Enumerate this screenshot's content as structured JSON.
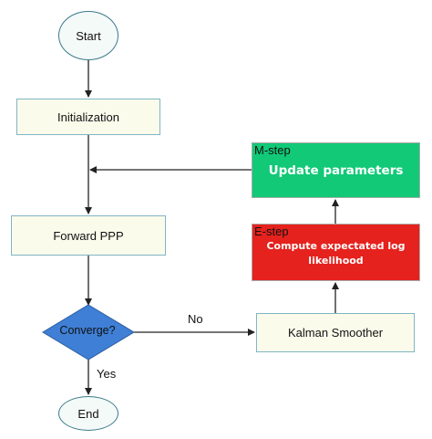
{
  "nodes": {
    "start": "Start",
    "init": "Initialization",
    "forward": "Forward PPP",
    "decision": "Converge?",
    "end": "End",
    "kalman": "Kalman Smoother",
    "mstep": {
      "tag": "M-step",
      "text": "Update parameters"
    },
    "estep": {
      "tag": "E-step",
      "text": "Compute expectated log likelihood"
    }
  },
  "edges": {
    "no": "No",
    "yes": "Yes"
  },
  "colors": {
    "mstep_fill": "#11c977",
    "estep_fill": "#e5221d",
    "decision_fill": "#3f7fd6",
    "line": "#222222"
  }
}
